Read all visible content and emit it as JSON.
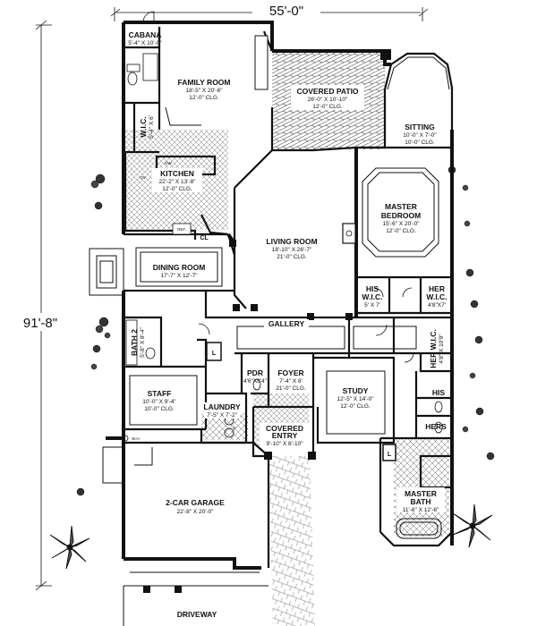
{
  "dimensions": {
    "width": "55'-0\"",
    "depth": "91'-8\""
  },
  "rooms": {
    "cabana": {
      "name": "CABANA",
      "size": "5'-4\" X 10'-0\""
    },
    "family_room": {
      "name": "FAMILY ROOM",
      "size": "18'-5\" X 20'-6\"",
      "ceiling": "12'-0\" CLG."
    },
    "covered_patio": {
      "name": "COVERED PATIO",
      "size": "26'-0\" X 10'-10\"",
      "ceiling": "12'-0\" CLG."
    },
    "wic_cabana": {
      "name": "W.I.C.",
      "size": "5'-4\" X 6'"
    },
    "kitchen": {
      "name": "KITCHEN",
      "size": "22'-2\" X 13'-8\"",
      "ceiling": "12'-0\" CLG."
    },
    "sitting": {
      "name": "SITTING",
      "size": "10'-0\" X 7'-0\"",
      "ceiling": "10'-0\" CLG."
    },
    "master_bedroom": {
      "name": "MASTER",
      "name2": "BEDROOM",
      "size": "15'-6\" X 20'-0\"",
      "ceiling": "12'-0\" CLG."
    },
    "living_room": {
      "name": "LIVING ROOM",
      "size": "18'-10\" X 26'-7\"",
      "ceiling": "21'-0\" CLG."
    },
    "dining_room": {
      "name": "DINING ROOM",
      "size": "17'-7\" X 12'-7\""
    },
    "his_wic": {
      "name": "HIS",
      "name2": "W.I.C.",
      "size": "5' X 7'"
    },
    "her_wic": {
      "name": "HER",
      "name2": "W.I.C.",
      "size": "4'8\"X7'"
    },
    "gallery": {
      "name": "GALLERY"
    },
    "bath2": {
      "name": "BATH 2",
      "size": "5'-8\" X 8'-4\""
    },
    "her_wic2": {
      "name": "HER W.I.C.",
      "size": "4'8\" X 10'9\""
    },
    "staff": {
      "name": "STAFF",
      "size": "10'-0\" X 9'-4\"",
      "ceiling": "10'-0\" CLG."
    },
    "pdr": {
      "name": "PDR",
      "size": "4'6\"X8'4\""
    },
    "foyer": {
      "name": "FOYER",
      "size": "7'-4\" X 8'",
      "ceiling": "21'-0\" CLG."
    },
    "study": {
      "name": "STUDY",
      "size": "12'-5\" X 14'-0\"",
      "ceiling": "12'-0\" CLG."
    },
    "his_bath": {
      "name": "HIS"
    },
    "hers_bath": {
      "name": "HERS"
    },
    "laundry": {
      "name": "LAUNDRY",
      "size": "7'-5\" X 7'-2\""
    },
    "covered_entry": {
      "name": "COVERED",
      "name2": "ENTRY",
      "size": "9'-10\" X 8'-10\""
    },
    "garage": {
      "name": "2-CAR GARAGE",
      "size": "22'-8\" X 20'-0\""
    },
    "master_bath": {
      "name": "MASTER",
      "name2": "BATH",
      "size": "11'-6\" X 12'-6\""
    },
    "driveway": {
      "name": "DRIVEWAY"
    }
  },
  "fixtures": {
    "closet": "CL",
    "refrigerator": "REF.",
    "dishwasher": "DW",
    "oven": "OV.",
    "linen": "L",
    "washer": "W",
    "dryer": "D",
    "water_heater": "W.H."
  }
}
